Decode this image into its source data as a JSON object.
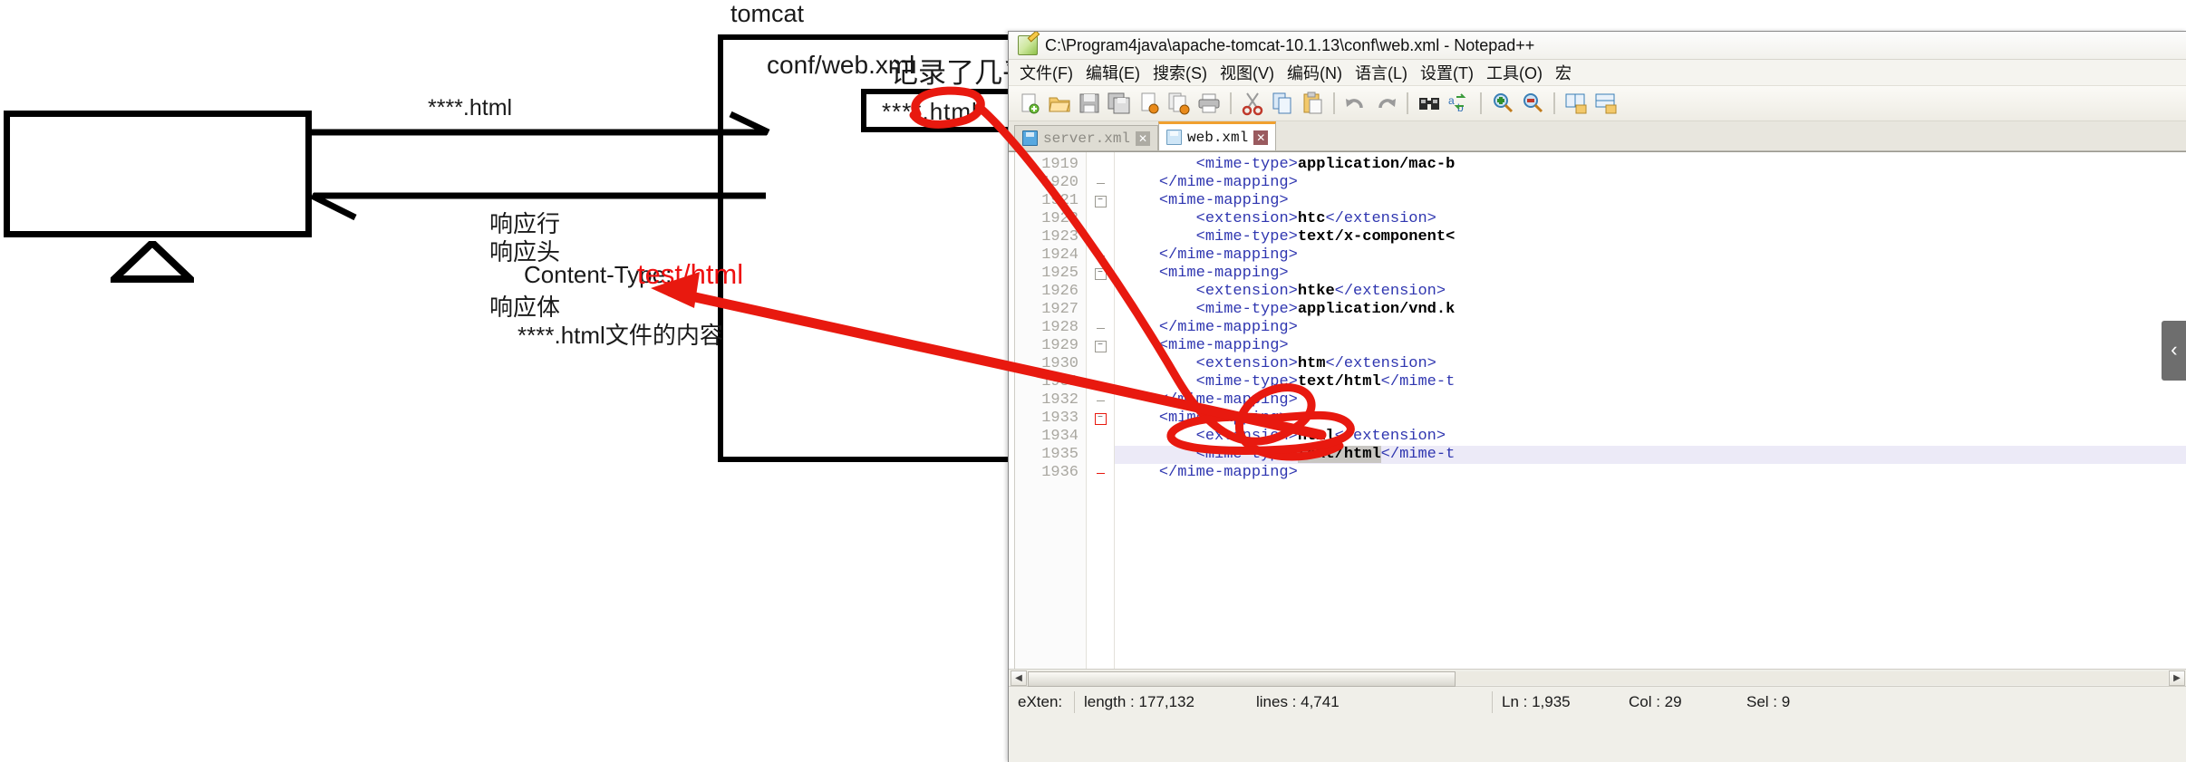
{
  "diagram": {
    "tomcat_label": "tomcat",
    "request_label": "****.html",
    "conf_web_xml": "conf/web.xml",
    "records_note": "记录了几乎所有",
    "html_file_box": "****.html",
    "response_line": "响应行",
    "response_head": "响应头",
    "content_type_label": "Content-Type:",
    "content_type_value": "test/html",
    "response_body": "响应体",
    "response_body_content": "****.html文件的内容",
    "annotation_color": "#ee1111"
  },
  "notepad": {
    "title": "C:\\Program4java\\apache-tomcat-10.1.13\\conf\\web.xml - Notepad++",
    "menu": [
      {
        "label": "文件(F)",
        "name": "menu-file"
      },
      {
        "label": "编辑(E)",
        "name": "menu-edit"
      },
      {
        "label": "搜索(S)",
        "name": "menu-search"
      },
      {
        "label": "视图(V)",
        "name": "menu-view"
      },
      {
        "label": "编码(N)",
        "name": "menu-encoding"
      },
      {
        "label": "语言(L)",
        "name": "menu-language"
      },
      {
        "label": "设置(T)",
        "name": "menu-settings"
      },
      {
        "label": "工具(O)",
        "name": "menu-tools"
      },
      {
        "label": "宏",
        "name": "menu-macro"
      }
    ],
    "toolbar_icons": [
      "new-file-icon",
      "open-folder-icon",
      "save-icon",
      "save-all-icon",
      "close-file-icon",
      "close-all-icon",
      "print-icon",
      "cut-icon",
      "copy-icon",
      "paste-icon",
      "undo-icon",
      "redo-icon",
      "find-icon",
      "replace-icon",
      "zoom-in-icon",
      "zoom-out-icon",
      "sync-v-scroll-icon",
      "sync-h-scroll-icon"
    ],
    "tabs": [
      {
        "label": "server.xml",
        "active": false
      },
      {
        "label": "web.xml",
        "active": true
      }
    ],
    "collapse_glyph": "‹",
    "statusbar": {
      "doc_type": "eXten:",
      "length": "length : 177,132",
      "lines": "lines : 4,741",
      "ln": "Ln : 1,935",
      "col": "Col : 29",
      "sel": "Sel : 9"
    },
    "editor": {
      "lines": [
        {
          "num": "1919",
          "fold": "none",
          "indent": 8,
          "hl": false,
          "parts": [
            {
              "t": "tag",
              "v": "<mime-type>"
            },
            {
              "t": "txt",
              "v": "application/mac-b"
            }
          ]
        },
        {
          "num": "1920",
          "fold": "tick",
          "indent": 4,
          "hl": false,
          "parts": [
            {
              "t": "tag",
              "v": "</mime-mapping>"
            }
          ]
        },
        {
          "num": "1921",
          "fold": "open",
          "indent": 4,
          "hl": false,
          "parts": [
            {
              "t": "tag",
              "v": "<mime-mapping>"
            }
          ]
        },
        {
          "num": "1922",
          "fold": "none",
          "indent": 8,
          "hl": false,
          "parts": [
            {
              "t": "tag",
              "v": "<extension>"
            },
            {
              "t": "txt",
              "v": "htc"
            },
            {
              "t": "tag",
              "v": "</extension>"
            }
          ]
        },
        {
          "num": "1923",
          "fold": "none",
          "indent": 8,
          "hl": false,
          "parts": [
            {
              "t": "tag",
              "v": "<mime-type>"
            },
            {
              "t": "txt",
              "v": "text/x-component<"
            }
          ]
        },
        {
          "num": "1924",
          "fold": "tick",
          "indent": 4,
          "hl": false,
          "parts": [
            {
              "t": "tag",
              "v": "</mime-mapping>"
            }
          ]
        },
        {
          "num": "1925",
          "fold": "open",
          "indent": 4,
          "hl": false,
          "parts": [
            {
              "t": "tag",
              "v": "<mime-mapping>"
            }
          ]
        },
        {
          "num": "1926",
          "fold": "none",
          "indent": 8,
          "hl": false,
          "parts": [
            {
              "t": "tag",
              "v": "<extension>"
            },
            {
              "t": "txt",
              "v": "htke"
            },
            {
              "t": "tag",
              "v": "</extension>"
            }
          ]
        },
        {
          "num": "1927",
          "fold": "none",
          "indent": 8,
          "hl": false,
          "parts": [
            {
              "t": "tag",
              "v": "<mime-type>"
            },
            {
              "t": "txt",
              "v": "application/vnd.k"
            }
          ]
        },
        {
          "num": "1928",
          "fold": "tick",
          "indent": 4,
          "hl": false,
          "parts": [
            {
              "t": "tag",
              "v": "</mime-mapping>"
            }
          ]
        },
        {
          "num": "1929",
          "fold": "open",
          "indent": 4,
          "hl": false,
          "parts": [
            {
              "t": "tag",
              "v": "<mime-mapping>"
            }
          ]
        },
        {
          "num": "1930",
          "fold": "none",
          "indent": 8,
          "hl": false,
          "parts": [
            {
              "t": "tag",
              "v": "<extension>"
            },
            {
              "t": "txt",
              "v": "htm"
            },
            {
              "t": "tag",
              "v": "</extension>"
            }
          ]
        },
        {
          "num": "1931",
          "fold": "none",
          "indent": 8,
          "hl": false,
          "parts": [
            {
              "t": "tag",
              "v": "<mime-type>"
            },
            {
              "t": "txt",
              "v": "text/html"
            },
            {
              "t": "tag",
              "v": "</mime-t"
            }
          ]
        },
        {
          "num": "1932",
          "fold": "tick",
          "indent": 4,
          "hl": false,
          "parts": [
            {
              "t": "tag",
              "v": "</mime-mapping>"
            }
          ]
        },
        {
          "num": "1933",
          "fold": "openred",
          "indent": 4,
          "hl": false,
          "parts": [
            {
              "t": "tag",
              "v": "<mime-mapping>"
            }
          ]
        },
        {
          "num": "1934",
          "fold": "none",
          "indent": 8,
          "hl": false,
          "parts": [
            {
              "t": "tag",
              "v": "<extension>"
            },
            {
              "t": "txt",
              "v": "html"
            },
            {
              "t": "tag",
              "v": "</extension>"
            }
          ]
        },
        {
          "num": "1935",
          "fold": "none",
          "indent": 8,
          "hl": true,
          "parts": [
            {
              "t": "tag",
              "v": "<mime-type>"
            },
            {
              "t": "selx",
              "v": "text/html"
            },
            {
              "t": "tag",
              "v": "</mime-t"
            }
          ]
        },
        {
          "num": "1936",
          "fold": "tickred",
          "indent": 4,
          "hl": false,
          "parts": [
            {
              "t": "tag",
              "v": "</mime-mapping>"
            }
          ]
        }
      ]
    }
  }
}
